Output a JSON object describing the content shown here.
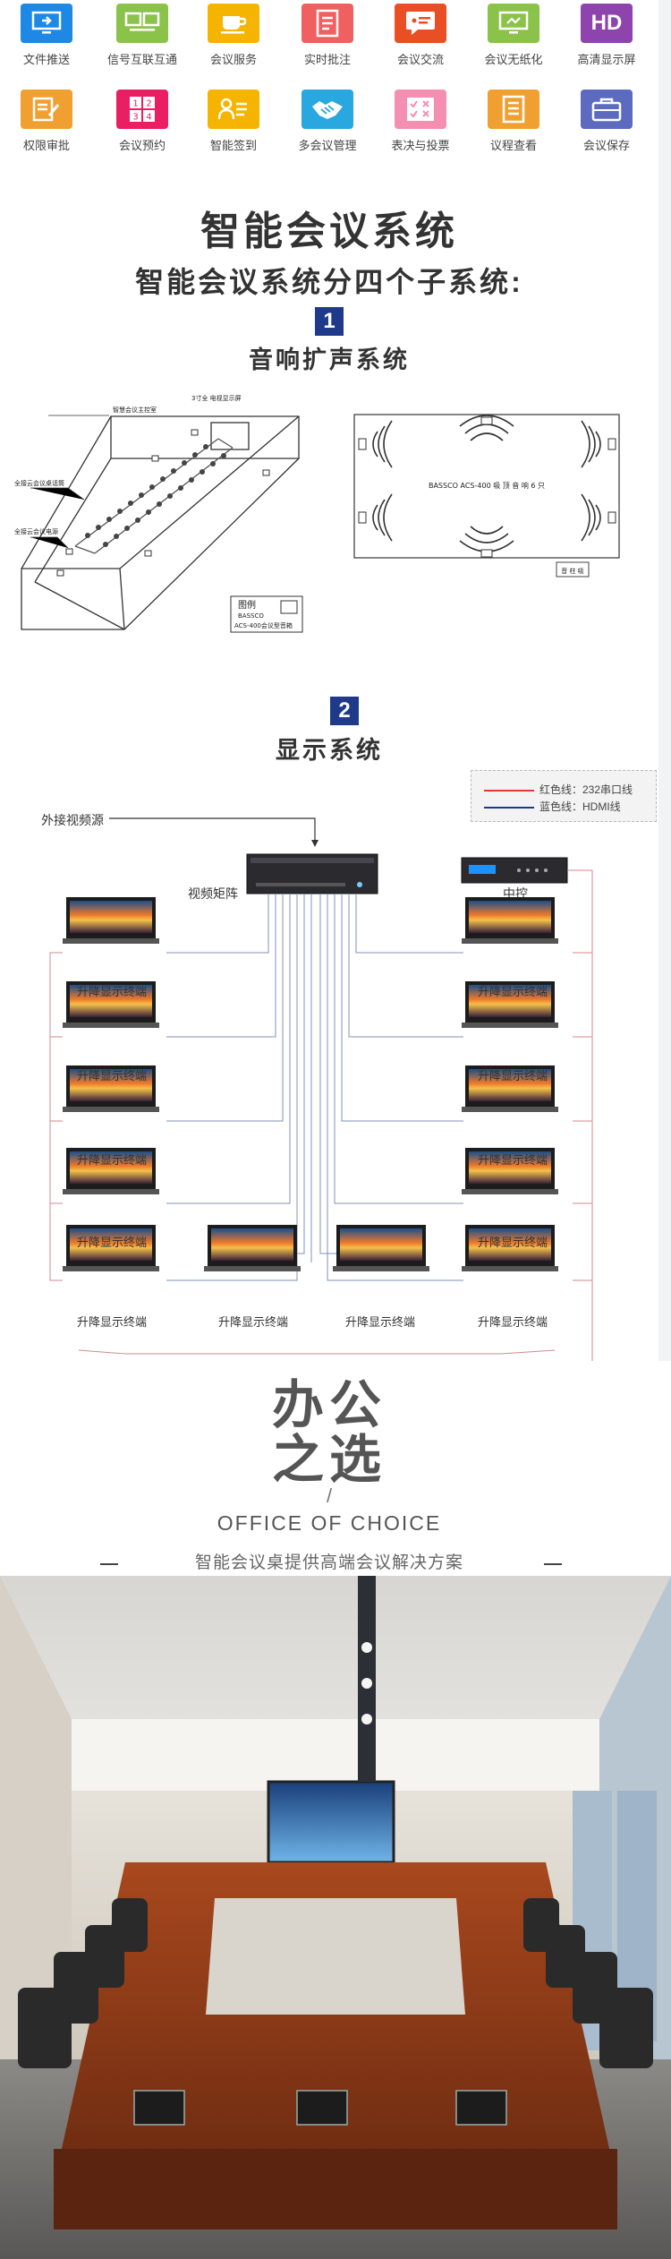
{
  "icons": [
    {
      "label": "文件推送",
      "color": "#1e88e5",
      "icon": "monitor-icon"
    },
    {
      "label": "信号互联互通",
      "color": "#8bc34a",
      "icon": "dual-screen-icon"
    },
    {
      "label": "会议服务",
      "color": "#f5b400",
      "icon": "tea-cup-icon"
    },
    {
      "label": "实时批注",
      "color": "#f06060",
      "icon": "document-icon"
    },
    {
      "label": "会议交流",
      "color": "#e94e24",
      "icon": "chat-icon"
    },
    {
      "label": "会议无纸化",
      "color": "#8bc34a",
      "icon": "monitor-icon"
    },
    {
      "label": "高清显示屏",
      "color": "#8e44ad",
      "icon": "hd-icon"
    },
    {
      "label": "权限审批",
      "color": "#f0a030",
      "icon": "approve-icon"
    },
    {
      "label": "会议预约",
      "color": "#e91e63",
      "icon": "grid-numbers-icon"
    },
    {
      "label": "智能签到",
      "color": "#f5b400",
      "icon": "sign-in-icon"
    },
    {
      "label": "多会议管理",
      "color": "#29a8e0",
      "icon": "handshake-icon"
    },
    {
      "label": "表决与投票",
      "color": "#f48fb1",
      "icon": "vote-icon"
    },
    {
      "label": "议程查看",
      "color": "#f0a030",
      "icon": "agenda-icon"
    },
    {
      "label": "会议保存",
      "color": "#5c6bc0",
      "icon": "briefcase-icon"
    }
  ],
  "hd_text": "HD",
  "headings": {
    "main_title": "智能会议系统",
    "sub_title": "智能会议系统分四个子系统:"
  },
  "section1": {
    "number": "1",
    "title": "音响扩声系统",
    "diagram_labels": {
      "left_label_top": "智慧会议主控室",
      "screen_label": "3寸全 电视显示屏",
      "left_label_mid": "全接云会议桌话筒",
      "left_label_bottom": "全接云会议电源",
      "legend_title": "图例",
      "legend_brand": "BASSCO",
      "legend_model": "ACS-400会议型音箱",
      "right_center": "BASSCO ACS-400 吸 顶 音 响 6 只",
      "right_tag": "音 柱 吸"
    }
  },
  "section2": {
    "number": "2",
    "title": "显示系统",
    "legend": {
      "red_line": "红色线：232串口线",
      "blue_line": "蓝色线：HDMI线",
      "red_color": "#e53935",
      "blue_color": "#1e3a8a"
    },
    "external_source": "外接视频源",
    "matrix": "视频矩阵",
    "controller": "中控",
    "terminal_label": "升降显示终端"
  },
  "office": {
    "line1": "办公",
    "line2": "之选",
    "slash": "/",
    "english": "OFFICE OF CHOICE",
    "tagline": "智能会议桌提供高端会议解决方案"
  }
}
